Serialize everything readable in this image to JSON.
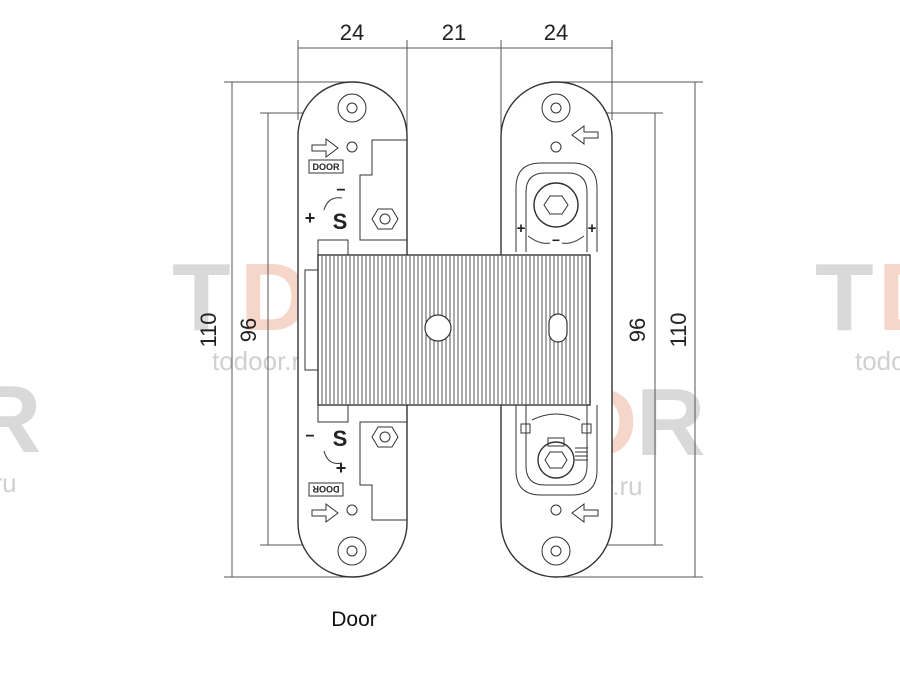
{
  "diagram": {
    "dimensions": {
      "top_left": "24",
      "top_middle": "21",
      "top_right": "24",
      "left_outer": "110",
      "left_inner": "96",
      "right_inner": "96",
      "right_outer": "110"
    },
    "door_label": "Door",
    "plate_text": "DOOR",
    "screw_letter": "S",
    "plus": "+",
    "minus": "−",
    "watermark": {
      "logo_t": "T",
      "logo_d": "D",
      "logo_r": "R",
      "domain": "todoor.ru"
    },
    "colors": {
      "line": "#333333",
      "watermark_gray": "#d9d9d9",
      "watermark_accent": "#f6d6c9"
    }
  }
}
